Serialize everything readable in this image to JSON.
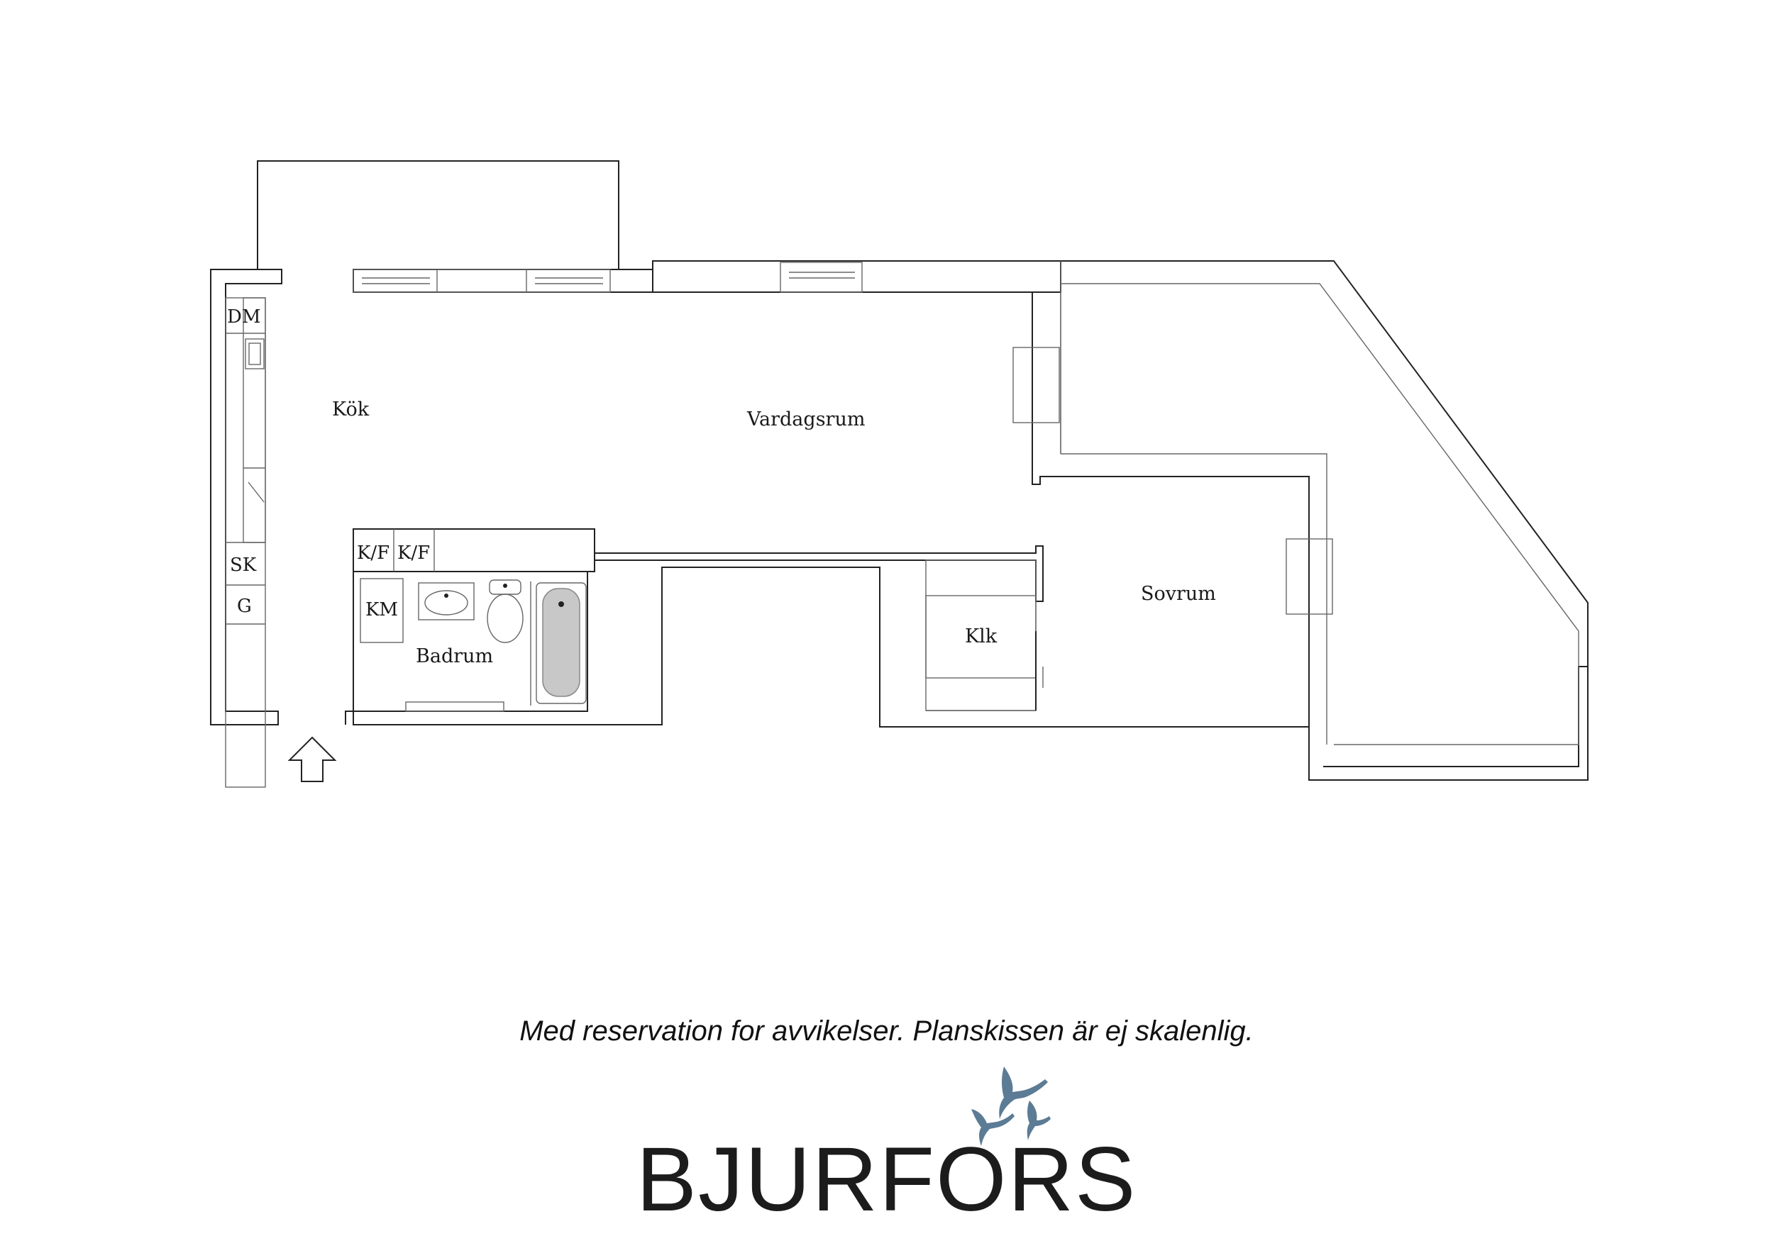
{
  "rooms": {
    "kok": "Kök",
    "vardagsrum": "Vardagsrum",
    "sovrum": "Sovrum",
    "badrum": "Badrum",
    "klk": "Klk"
  },
  "fixtures": {
    "dm": "DM",
    "sk": "SK",
    "g": "G",
    "kf1": "K/F",
    "kf2": "K/F",
    "km": "KM"
  },
  "disclaimer": "Med reservation for avvikelser. Planskissen är ej skalenlig.",
  "brand": {
    "name": "BJURFORS",
    "logo_color": "#5c7b95"
  },
  "icons": {
    "entrance": "entrance-arrow-icon",
    "logo": "flying-birds-icon"
  }
}
